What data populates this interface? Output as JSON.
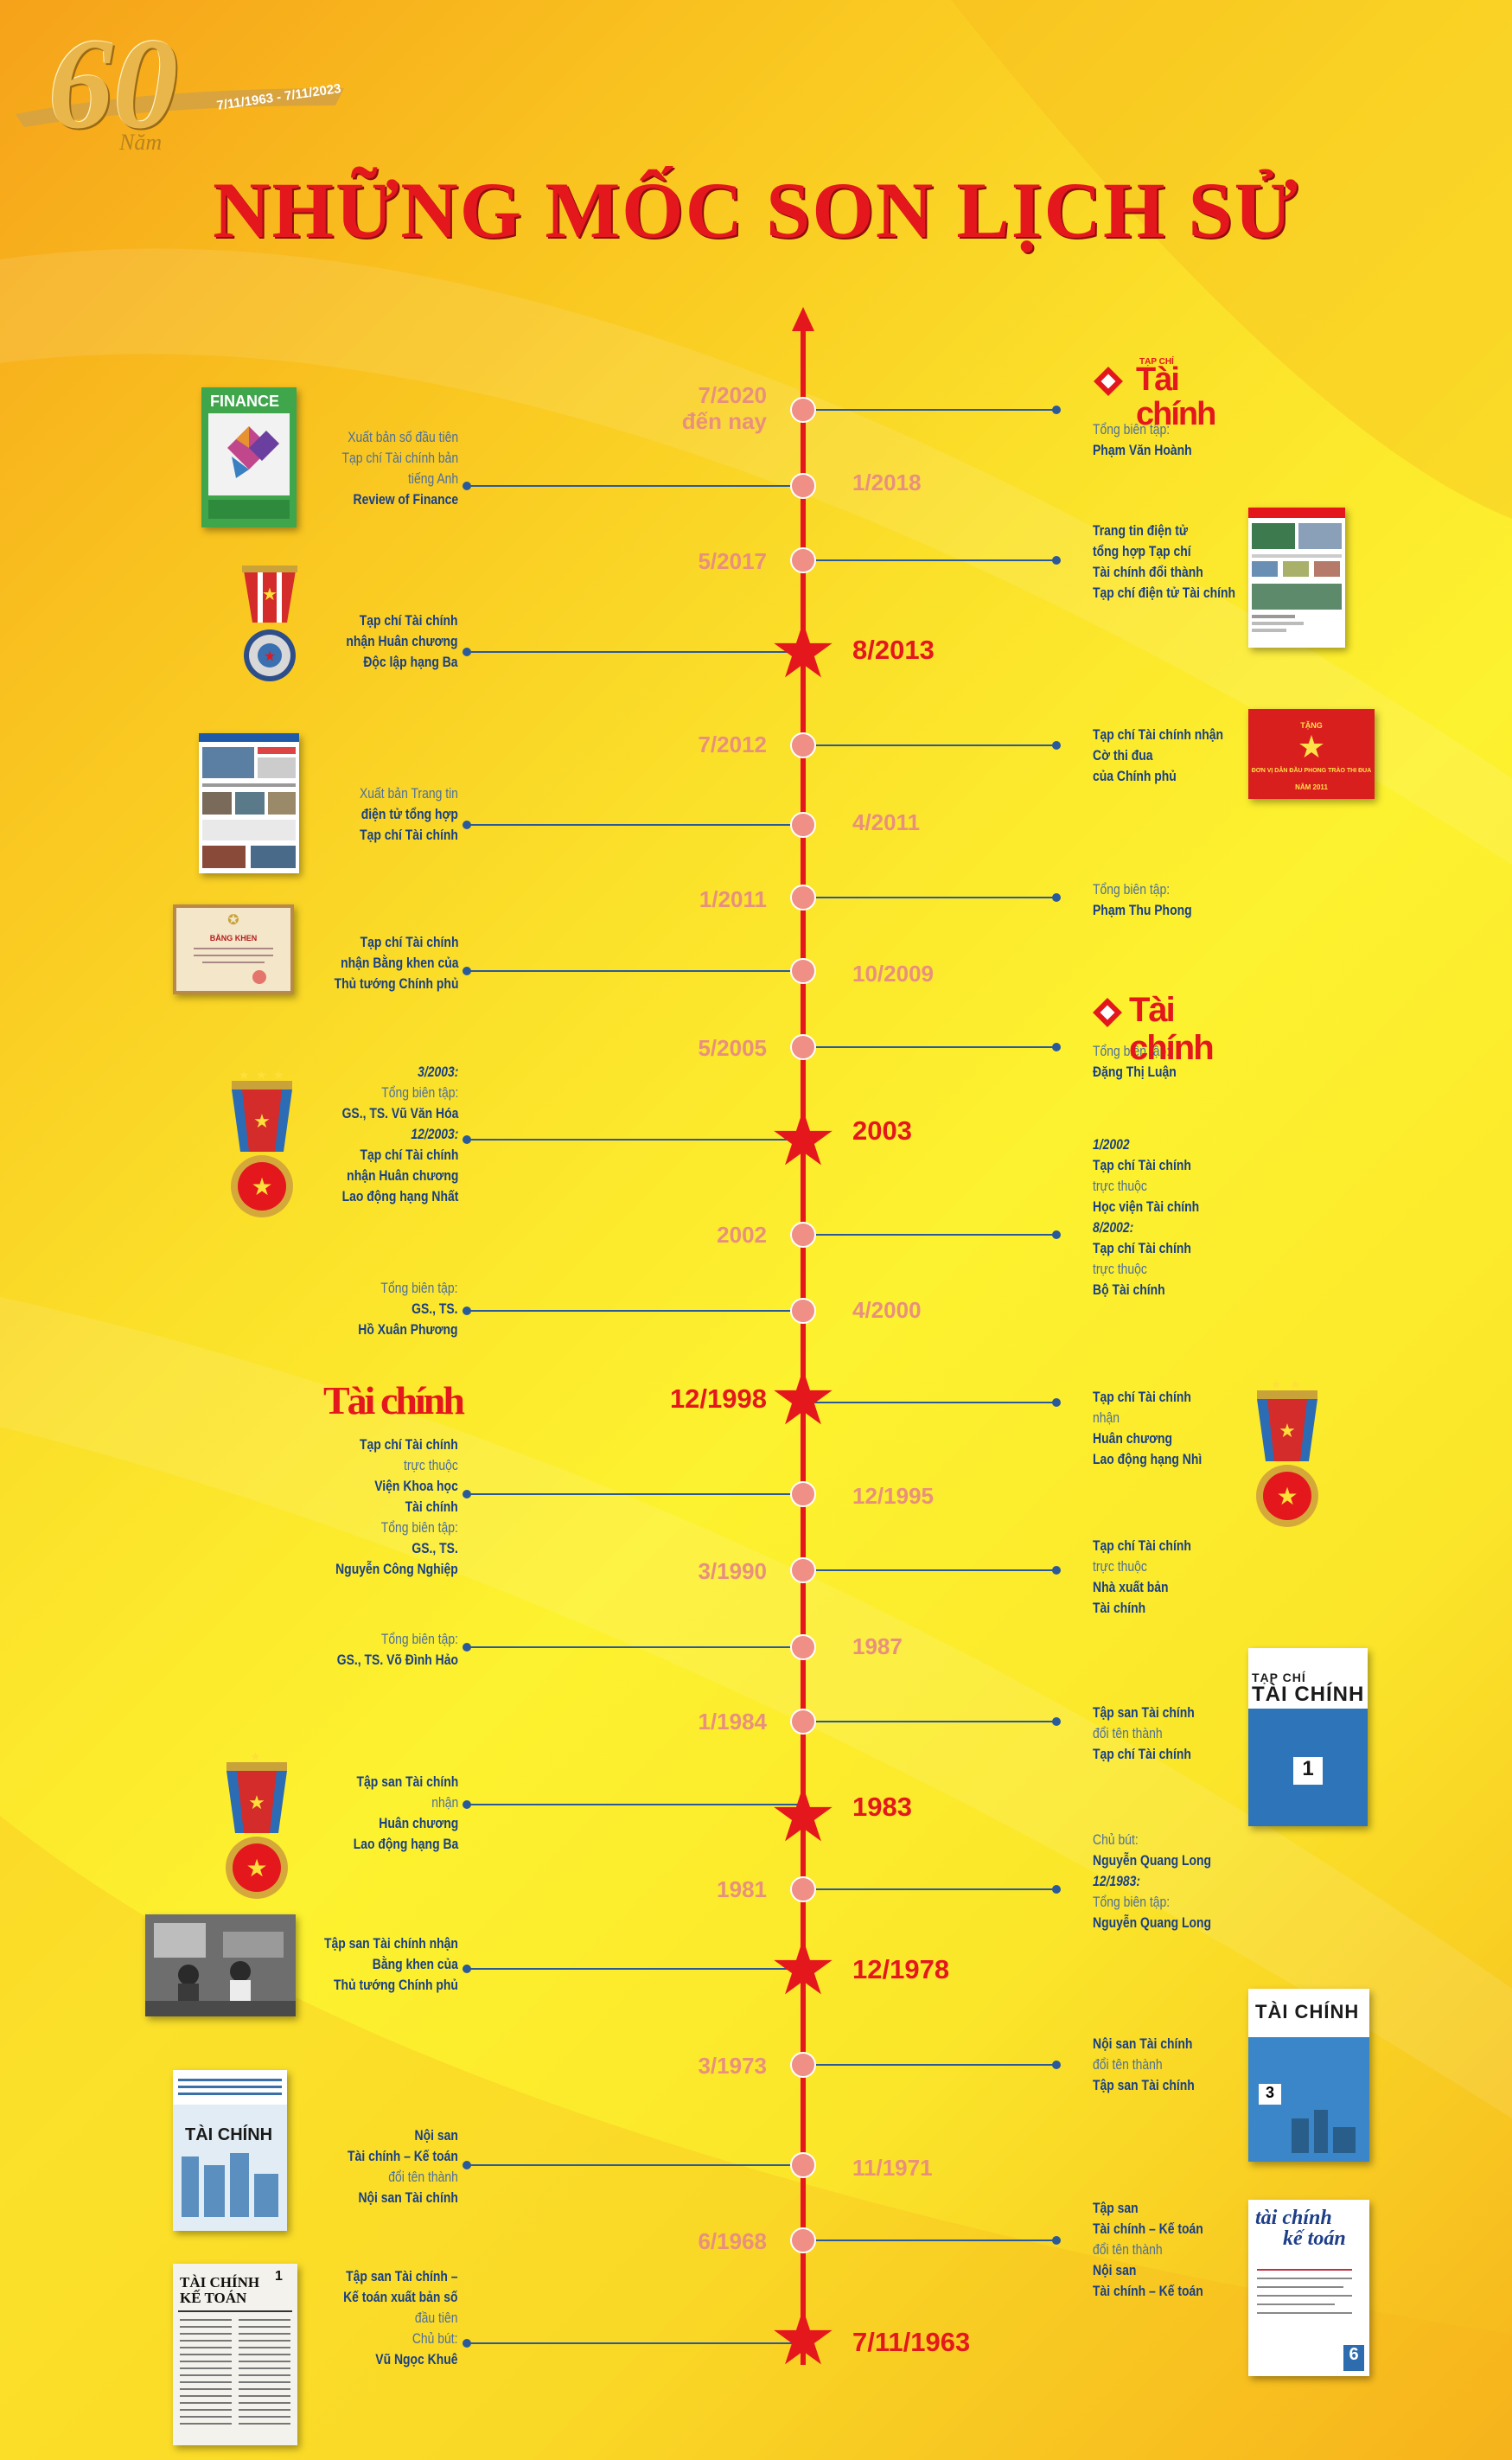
{
  "anniversary": {
    "number": "60",
    "suffix": "Năm",
    "dates": "7/11/1963 - 7/11/2023"
  },
  "title": "NHỮNG MỐC SON LỊCH SỬ",
  "timeline": {
    "dates": {
      "d2020": "7/2020",
      "d2020b": "đến nay",
      "d2018": "1/2018",
      "d2017": "5/2017",
      "d2013": "8/2013",
      "d2012": "7/2012",
      "d2011a": "4/2011",
      "d2011b": "1/2011",
      "d2009": "10/2009",
      "d2005": "5/2005",
      "d2003": "2003",
      "d2002": "2002",
      "d2000": "4/2000",
      "d1998": "12/1998",
      "d1995": "12/1995",
      "d1990": "3/1990",
      "d1987": "1987",
      "d1984": "1/1984",
      "d1983": "1983",
      "d1981": "1981",
      "d1978": "12/1978",
      "d1973": "3/1973",
      "d1971": "11/1971",
      "d1968": "6/1968",
      "d1963": "7/11/1963"
    },
    "left": {
      "e2018": [
        "Xuất bản số đầu tiên",
        "Tạp chí Tài chính bản",
        "tiếng Anh",
        "Review of Finance"
      ],
      "e2013": [
        "Tạp chí Tài chính",
        "nhận Huân chương",
        "Độc lập hạng Ba"
      ],
      "e2011": [
        "Xuất bản Trang tin",
        "điện tử tổng hợp",
        "Tạp chí Tài chính"
      ],
      "e2009": [
        "Tạp chí Tài chính",
        "nhận Bằng khen của",
        "Thủ tướng Chính phủ"
      ],
      "e2003": [
        "3/2003:",
        "Tổng biên tập:",
        "GS., TS. Vũ Văn Hóa",
        "12/2003:",
        "Tạp chí Tài chính",
        "nhận Huân chương",
        "Lao động hạng Nhất"
      ],
      "e2000": [
        "Tổng biên tập:",
        "GS., TS.",
        "Hồ Xuân Phương"
      ],
      "e1995": [
        "Tạp chí Tài chính",
        "trực thuộc",
        "Viện Khoa học",
        "Tài chính",
        "Tổng biên tập:",
        "GS., TS.",
        "Nguyễn Công Nghiệp"
      ],
      "e1987": [
        "Tổng biên tập:",
        "GS., TS. Võ Đình Hảo"
      ],
      "e1983": [
        "Tập san Tài chính",
        "nhận",
        "Huân chương",
        "Lao động hạng Ba"
      ],
      "e1978": [
        "Tập san Tài chính nhận",
        "Bằng khen của",
        "Thủ tướng Chính phủ"
      ],
      "e1971": [
        "Nội san",
        "Tài chính – Kế toán",
        "đổi tên thành",
        "Nội san Tài chính"
      ],
      "e1963": [
        "Tập san Tài chính –",
        "Kế toán xuất bản số",
        "đầu tiên",
        "Chủ bút:",
        "Vũ Ngọc Khuê"
      ]
    },
    "right": {
      "e2020": [
        "Tổng biên tập:",
        "Phạm Văn Hoành"
      ],
      "e2017": [
        "Trang tin điện tử",
        "tổng hợp Tạp chí",
        "Tài chính đổi thành",
        "Tạp chí điện tử Tài chính"
      ],
      "e2012": [
        "Tạp chí Tài chính nhận",
        "Cờ thi đua",
        "của Chính phủ"
      ],
      "e2011": [
        "Tổng biên tập:",
        "Phạm Thu Phong"
      ],
      "e2005": [
        "Tổng biên tập:",
        "Đặng Thị Luận"
      ],
      "e2002": [
        "1/2002",
        "Tạp chí Tài chính",
        "trực thuộc",
        "Học viện Tài chính",
        "8/2002:",
        "Tạp chí Tài chính",
        "trực thuộc",
        "Bộ Tài chính"
      ],
      "e1998": [
        "Tạp chí Tài chính",
        "nhận",
        "Huân chương",
        "Lao động hạng Nhì"
      ],
      "e1990": [
        "Tạp chí Tài chính",
        "trực thuộc",
        "Nhà xuất bản",
        "Tài chính"
      ],
      "e1984": [
        "Tập san Tài chính",
        "đổi tên thành",
        "Tạp chí Tài chính"
      ],
      "e1981": [
        "Chủ bút:",
        "Nguyễn Quang Long",
        "12/1983:",
        "Tổng biên tập:",
        "Nguyễn Quang Long"
      ],
      "e1973": [
        "Nội san Tài chính",
        "đổi tên thành",
        "Tập san Tài chính"
      ],
      "e1968": [
        "Tập san",
        "Tài chính – Kế toán",
        "đổi tên thành",
        "Nội san",
        "Tài chính – Kế toán"
      ]
    },
    "images": {
      "logo_small_top": "TẠP CHÍ",
      "logo_main": "Tài chính",
      "finance_cover": "FINANCE",
      "flag_top": "TẶNG",
      "flag_text": "ĐƠN VỊ DẪN ĐẦU PHONG TRÀO THI ĐUA",
      "flag_year": "NĂM 2011",
      "certificate": "BẰNG KHEN",
      "cover1984_a": "TẠP CHÍ",
      "cover1984_b": "TÀI CHÍNH",
      "cover1984_no": "1",
      "cover1973": "TÀI CHÍNH",
      "cover1973_no": "3",
      "cover1971": "TÀI CHÍNH",
      "cover1968_a": "tài chính",
      "cover1968_b": "kế toán",
      "cover1968_no": "6",
      "cover1963_a": "TÀI CHÍNH",
      "cover1963_b": "KẾ TOÁN",
      "cover1963_no": "1"
    }
  },
  "colors": {
    "red": "#e4171d",
    "blue": "#1f4e8c",
    "salmon": "#ef8f86",
    "gold": "#e8b64a"
  }
}
